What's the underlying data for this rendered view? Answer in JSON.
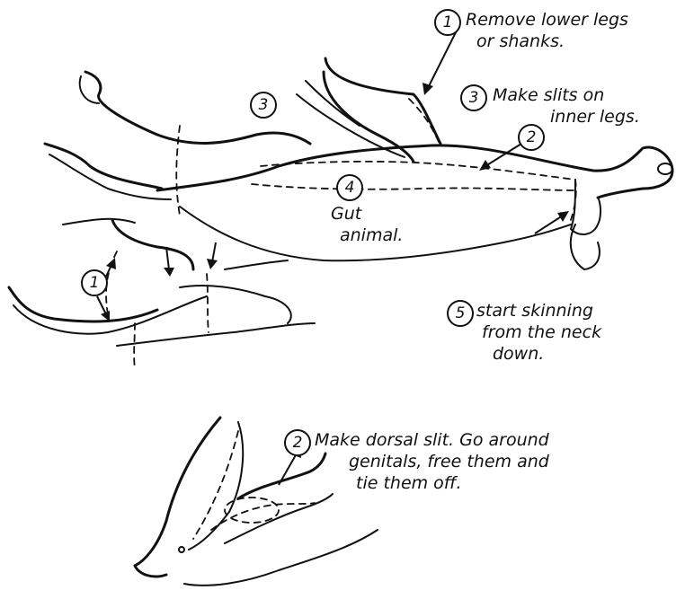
{
  "annotations": {
    "step1_top": {
      "number": "1",
      "text_line1": "Remove lower legs",
      "text_line2": "or shanks."
    },
    "step3_right": {
      "number": "3",
      "text_line1": "Make slits on",
      "text_line2": "inner legs."
    },
    "step3_left": {
      "number": "3"
    },
    "step2_right": {
      "number": "2"
    },
    "step4": {
      "number": "4",
      "text_line1": "Gut",
      "text_line2": "animal."
    },
    "step1_left": {
      "number": "1"
    },
    "step5": {
      "number": "5",
      "text_line1": "start skinning",
      "text_line2": "from the neck",
      "text_line3": "down."
    },
    "step2_bottom": {
      "number": "2",
      "text_line1": "Make dorsal slit. Go around",
      "text_line2": "genitals, free them and",
      "text_line3": "tie them off."
    }
  },
  "colors": {
    "ink": "#111111",
    "paper": "#ffffff"
  }
}
